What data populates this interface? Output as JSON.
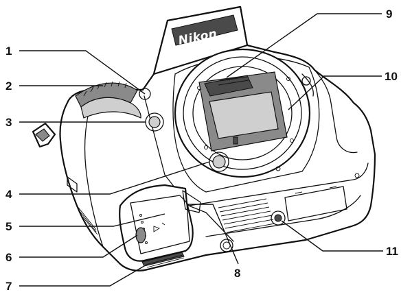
{
  "brand": {
    "logo_text": "Nikon"
  },
  "callouts": {
    "c1": "1",
    "c2": "2",
    "c3": "3",
    "c4": "4",
    "c5": "5",
    "c6": "6",
    "c7": "7",
    "c8": "8",
    "c9": "9",
    "c10": "10",
    "c11": "11"
  }
}
